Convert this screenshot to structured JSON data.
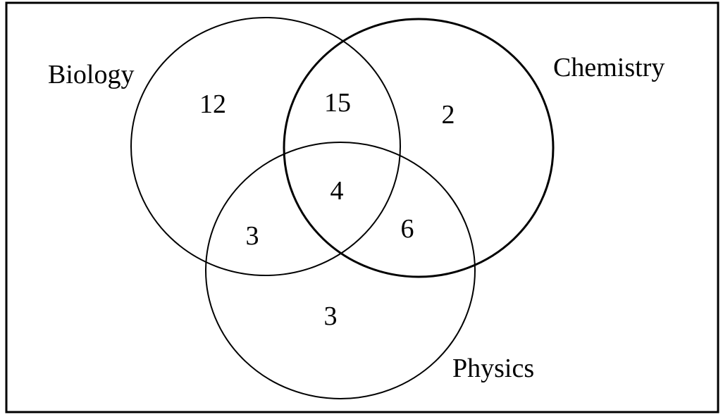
{
  "diagram": {
    "type": "venn",
    "sets": [
      {
        "key": "biology",
        "label": "Biology"
      },
      {
        "key": "chemistry",
        "label": "Chemistry"
      },
      {
        "key": "physics",
        "label": "Physics"
      }
    ],
    "regions": {
      "biology_only": "12",
      "biology_chemistry": "15",
      "chemistry_only": "2",
      "all_three": "4",
      "biology_physics": "3",
      "chemistry_physics": "6",
      "physics_only": "3"
    },
    "colors": {
      "stroke": "#000000",
      "background": "#ffffff"
    }
  }
}
